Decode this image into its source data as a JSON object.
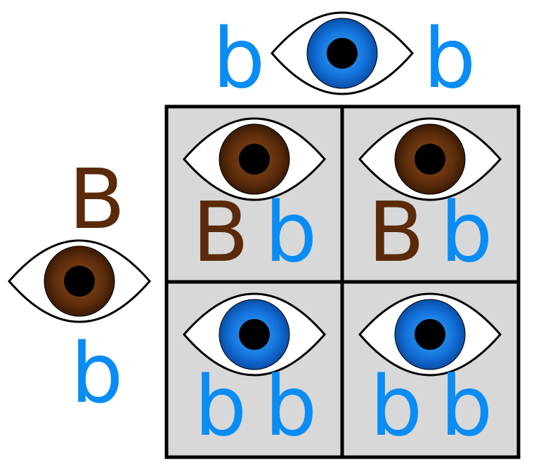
{
  "colors": {
    "dominant": "#5a2a0a",
    "recessive": "#0a8cf5",
    "cell_fill": "#d8d8d8",
    "grid_stroke": "#000000"
  },
  "alleles": {
    "B": {
      "type": "dominant",
      "eye": "brown"
    },
    "b": {
      "type": "recessive",
      "eye": "blue"
    }
  },
  "top_parent": {
    "alleles": [
      "b",
      "b"
    ],
    "eye_icon": "blue-eye-icon"
  },
  "left_parent": {
    "alleles": [
      "B",
      "b"
    ],
    "eye_icon": "brown-eye-icon"
  },
  "cells": [
    {
      "alleles": [
        "B",
        "b"
      ],
      "eye_icon": "brown-eye-icon"
    },
    {
      "alleles": [
        "B",
        "b"
      ],
      "eye_icon": "brown-eye-icon"
    },
    {
      "alleles": [
        "b",
        "b"
      ],
      "eye_icon": "blue-eye-icon"
    },
    {
      "alleles": [
        "b",
        "b"
      ],
      "eye_icon": "blue-eye-icon"
    }
  ]
}
